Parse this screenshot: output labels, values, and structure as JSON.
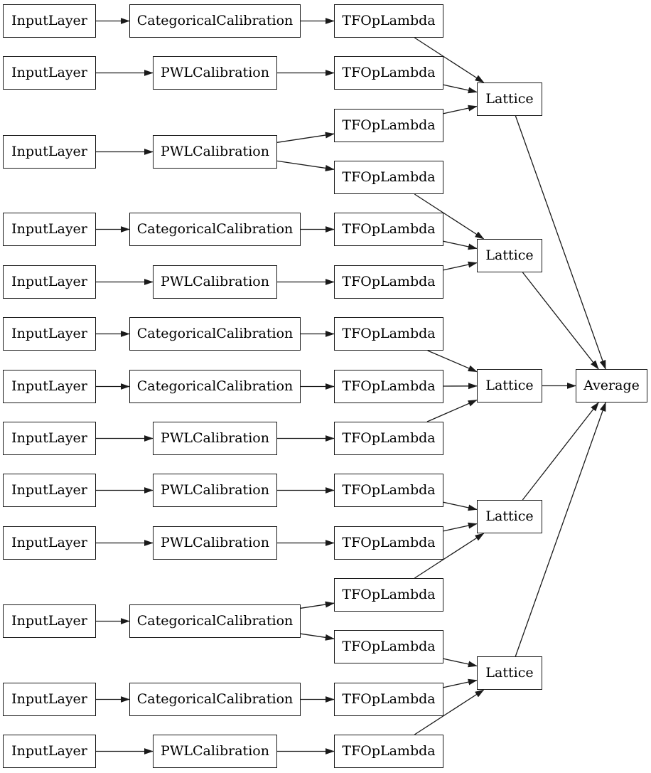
{
  "diagram": {
    "kind": "keras-model-graph",
    "background_color": "#ffffff",
    "node_fill_color": "#ffffff",
    "node_border_color": "#1a1a1a",
    "edge_color": "#1a1a1a",
    "text_color": "#000000",
    "nodes": [
      {
        "id": "in1",
        "label": "InputLayer",
        "type": "input-layer"
      },
      {
        "id": "in2",
        "label": "InputLayer",
        "type": "input-layer"
      },
      {
        "id": "in3",
        "label": "InputLayer",
        "type": "input-layer"
      },
      {
        "id": "in4",
        "label": "InputLayer",
        "type": "input-layer"
      },
      {
        "id": "in5",
        "label": "InputLayer",
        "type": "input-layer"
      },
      {
        "id": "in6",
        "label": "InputLayer",
        "type": "input-layer"
      },
      {
        "id": "in7",
        "label": "InputLayer",
        "type": "input-layer"
      },
      {
        "id": "in8",
        "label": "InputLayer",
        "type": "input-layer"
      },
      {
        "id": "in9",
        "label": "InputLayer",
        "type": "input-layer"
      },
      {
        "id": "in10",
        "label": "InputLayer",
        "type": "input-layer"
      },
      {
        "id": "in11",
        "label": "InputLayer",
        "type": "input-layer"
      },
      {
        "id": "in12",
        "label": "InputLayer",
        "type": "input-layer"
      },
      {
        "id": "in13",
        "label": "InputLayer",
        "type": "input-layer"
      },
      {
        "id": "c1",
        "label": "CategoricalCalibration",
        "type": "calibration"
      },
      {
        "id": "c2",
        "label": "PWLCalibration",
        "type": "calibration"
      },
      {
        "id": "c3",
        "label": "PWLCalibration",
        "type": "calibration"
      },
      {
        "id": "c4",
        "label": "CategoricalCalibration",
        "type": "calibration"
      },
      {
        "id": "c5",
        "label": "PWLCalibration",
        "type": "calibration"
      },
      {
        "id": "c6",
        "label": "CategoricalCalibration",
        "type": "calibration"
      },
      {
        "id": "c7",
        "label": "CategoricalCalibration",
        "type": "calibration"
      },
      {
        "id": "c8",
        "label": "PWLCalibration",
        "type": "calibration"
      },
      {
        "id": "c9",
        "label": "PWLCalibration",
        "type": "calibration"
      },
      {
        "id": "c10",
        "label": "PWLCalibration",
        "type": "calibration"
      },
      {
        "id": "c11",
        "label": "CategoricalCalibration",
        "type": "calibration"
      },
      {
        "id": "c12",
        "label": "CategoricalCalibration",
        "type": "calibration"
      },
      {
        "id": "c13",
        "label": "PWLCalibration",
        "type": "calibration"
      },
      {
        "id": "t1",
        "label": "TFOpLambda",
        "type": "tf-op-lambda"
      },
      {
        "id": "t2",
        "label": "TFOpLambda",
        "type": "tf-op-lambda"
      },
      {
        "id": "t3",
        "label": "TFOpLambda",
        "type": "tf-op-lambda"
      },
      {
        "id": "t4",
        "label": "TFOpLambda",
        "type": "tf-op-lambda"
      },
      {
        "id": "t5",
        "label": "TFOpLambda",
        "type": "tf-op-lambda"
      },
      {
        "id": "t6",
        "label": "TFOpLambda",
        "type": "tf-op-lambda"
      },
      {
        "id": "t7",
        "label": "TFOpLambda",
        "type": "tf-op-lambda"
      },
      {
        "id": "t8",
        "label": "TFOpLambda",
        "type": "tf-op-lambda"
      },
      {
        "id": "t9",
        "label": "TFOpLambda",
        "type": "tf-op-lambda"
      },
      {
        "id": "t10",
        "label": "TFOpLambda",
        "type": "tf-op-lambda"
      },
      {
        "id": "t11",
        "label": "TFOpLambda",
        "type": "tf-op-lambda"
      },
      {
        "id": "t12",
        "label": "TFOpLambda",
        "type": "tf-op-lambda"
      },
      {
        "id": "t13",
        "label": "TFOpLambda",
        "type": "tf-op-lambda"
      },
      {
        "id": "t14",
        "label": "TFOpLambda",
        "type": "tf-op-lambda"
      },
      {
        "id": "t15",
        "label": "TFOpLambda",
        "type": "tf-op-lambda"
      },
      {
        "id": "lat1",
        "label": "Lattice",
        "type": "lattice"
      },
      {
        "id": "lat2",
        "label": "Lattice",
        "type": "lattice"
      },
      {
        "id": "lat3",
        "label": "Lattice",
        "type": "lattice"
      },
      {
        "id": "lat4",
        "label": "Lattice",
        "type": "lattice"
      },
      {
        "id": "lat5",
        "label": "Lattice",
        "type": "lattice"
      },
      {
        "id": "avg",
        "label": "Average",
        "type": "average"
      }
    ],
    "edges": [
      {
        "from": "in1",
        "to": "c1"
      },
      {
        "from": "in2",
        "to": "c2"
      },
      {
        "from": "in3",
        "to": "c3"
      },
      {
        "from": "in4",
        "to": "c4"
      },
      {
        "from": "in5",
        "to": "c5"
      },
      {
        "from": "in6",
        "to": "c6"
      },
      {
        "from": "in7",
        "to": "c7"
      },
      {
        "from": "in8",
        "to": "c8"
      },
      {
        "from": "in9",
        "to": "c9"
      },
      {
        "from": "in10",
        "to": "c10"
      },
      {
        "from": "in11",
        "to": "c11"
      },
      {
        "from": "in12",
        "to": "c12"
      },
      {
        "from": "in13",
        "to": "c13"
      },
      {
        "from": "c1",
        "to": "t1"
      },
      {
        "from": "c2",
        "to": "t2"
      },
      {
        "from": "c3",
        "to": "t3"
      },
      {
        "from": "c3",
        "to": "t4"
      },
      {
        "from": "c4",
        "to": "t5"
      },
      {
        "from": "c5",
        "to": "t6"
      },
      {
        "from": "c6",
        "to": "t7"
      },
      {
        "from": "c7",
        "to": "t8"
      },
      {
        "from": "c8",
        "to": "t9"
      },
      {
        "from": "c9",
        "to": "t10"
      },
      {
        "from": "c10",
        "to": "t11"
      },
      {
        "from": "c11",
        "to": "t12"
      },
      {
        "from": "c11",
        "to": "t13"
      },
      {
        "from": "c12",
        "to": "t14"
      },
      {
        "from": "c13",
        "to": "t15"
      },
      {
        "from": "t1",
        "to": "lat1"
      },
      {
        "from": "t2",
        "to": "lat1"
      },
      {
        "from": "t3",
        "to": "lat1"
      },
      {
        "from": "t4",
        "to": "lat2"
      },
      {
        "from": "t5",
        "to": "lat2"
      },
      {
        "from": "t6",
        "to": "lat2"
      },
      {
        "from": "t7",
        "to": "lat3"
      },
      {
        "from": "t8",
        "to": "lat3"
      },
      {
        "from": "t9",
        "to": "lat3"
      },
      {
        "from": "t10",
        "to": "lat4"
      },
      {
        "from": "t11",
        "to": "lat4"
      },
      {
        "from": "t12",
        "to": "lat4"
      },
      {
        "from": "t13",
        "to": "lat5"
      },
      {
        "from": "t14",
        "to": "lat5"
      },
      {
        "from": "t15",
        "to": "lat5"
      },
      {
        "from": "lat1",
        "to": "avg"
      },
      {
        "from": "lat2",
        "to": "avg"
      },
      {
        "from": "lat3",
        "to": "avg"
      },
      {
        "from": "lat4",
        "to": "avg"
      },
      {
        "from": "lat5",
        "to": "avg"
      }
    ]
  }
}
